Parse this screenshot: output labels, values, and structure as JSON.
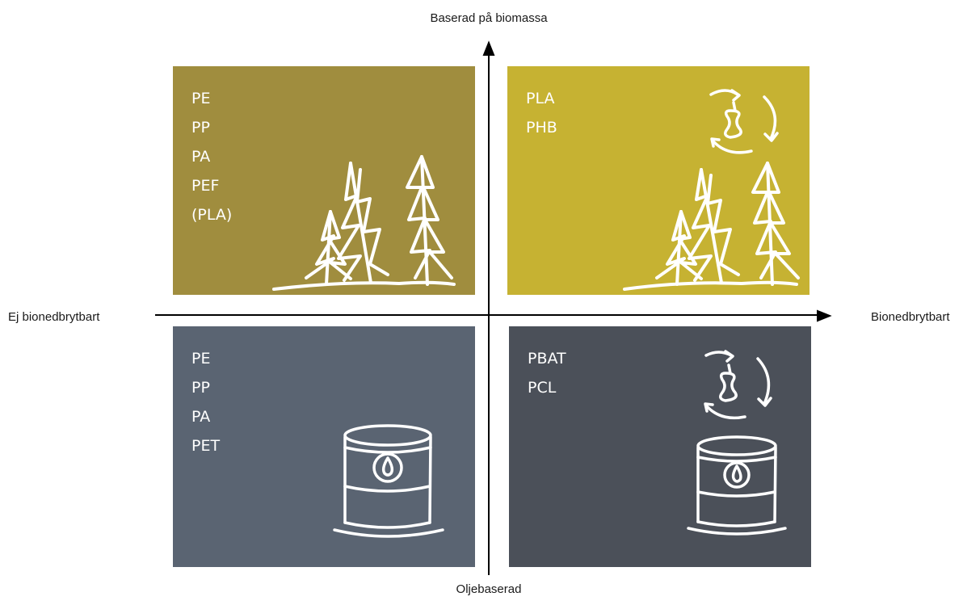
{
  "axes": {
    "top": "Baserad på biomassa",
    "bottom": "Oljebaserad",
    "left": "Ej bionedbrytbart",
    "right": "Bionedbrytbart"
  },
  "quadrants": {
    "top_left": {
      "color": "#a08d3e",
      "items": [
        "PE",
        "PP",
        "PA",
        "PEF",
        "(PLA)"
      ],
      "icons": [
        "trees-icon"
      ]
    },
    "top_right": {
      "color": "#c6b232",
      "items": [
        "PLA",
        "PHB"
      ],
      "icons": [
        "compost-cycle-icon",
        "trees-icon"
      ]
    },
    "bottom_left": {
      "color": "#5a6472",
      "items": [
        "PE",
        "PP",
        "PA",
        "PET"
      ],
      "icons": [
        "oil-barrel-icon"
      ]
    },
    "bottom_right": {
      "color": "#4b5059",
      "items": [
        "PBAT",
        "PCL"
      ],
      "icons": [
        "compost-cycle-icon",
        "oil-barrel-icon"
      ]
    }
  }
}
